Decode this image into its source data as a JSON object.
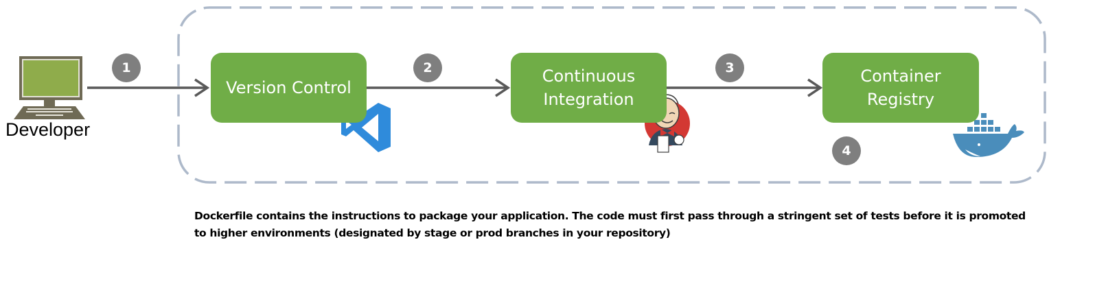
{
  "diagram": {
    "actor": {
      "label": "Developer",
      "icon": "desktop-computer-icon"
    },
    "stages": [
      {
        "label_lines": [
          "Version Control"
        ],
        "tool_icon": "vscode-icon"
      },
      {
        "label_lines": [
          "Continuous",
          "Integration"
        ],
        "tool_icon": "jenkins-icon"
      },
      {
        "label_lines": [
          "Container",
          "Registry"
        ],
        "tool_icon": "docker-whale-icon"
      }
    ],
    "steps": [
      "1",
      "2",
      "3",
      "4"
    ],
    "caption": "Dockerfile contains the instructions to package your application. The code must first pass through a stringent set of tests before it is promoted to higher environments (designated by stage or prod branches in your repository)",
    "colors": {
      "stage_fill": "#70ad47",
      "badge_fill": "#7f7f7f",
      "arrow": "#595959",
      "boundary": "#adb9ca",
      "vscode_blue": "#2f8bdb",
      "docker_blue": "#4a8dbb",
      "jenkins_red": "#d33833"
    }
  }
}
